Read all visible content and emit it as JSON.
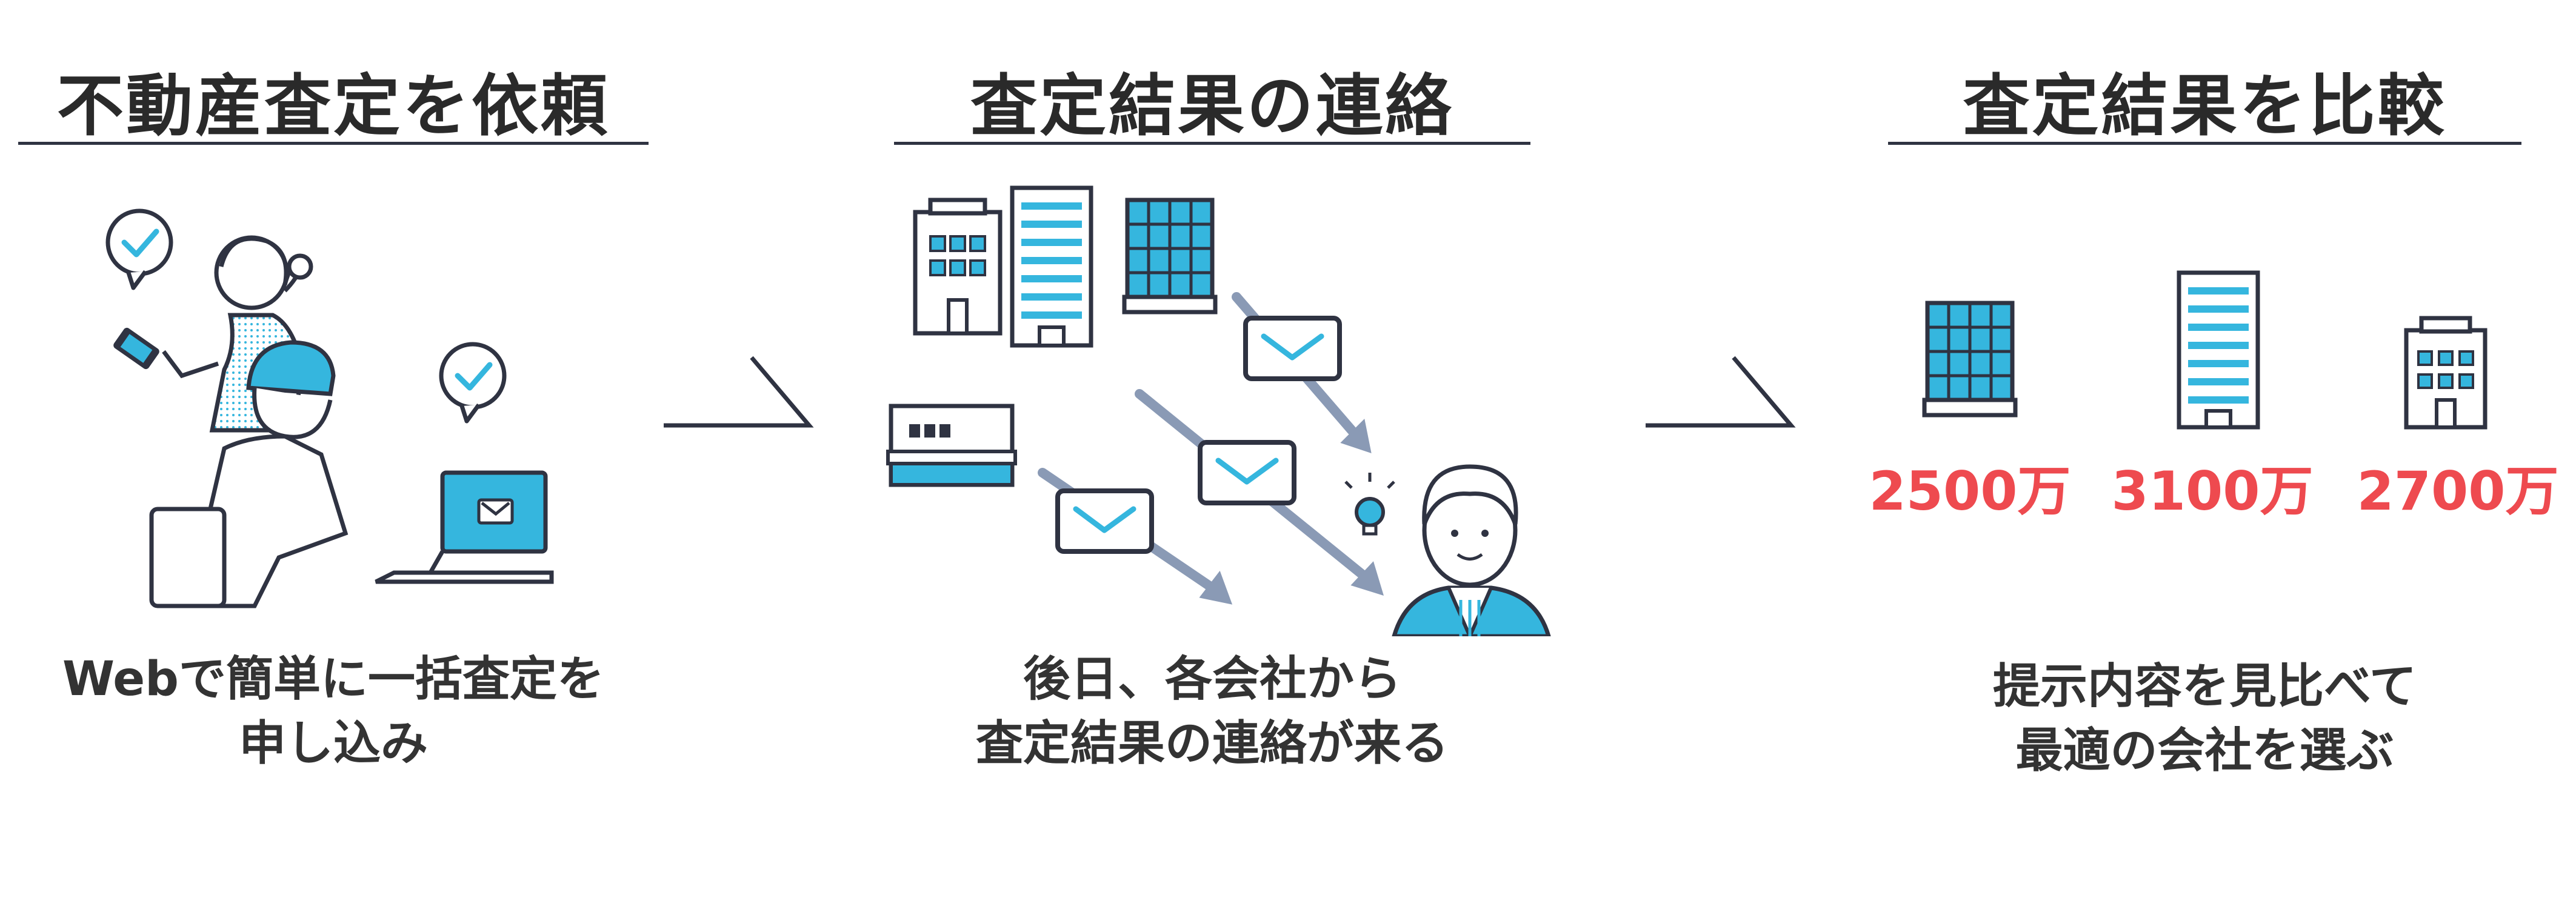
{
  "steps": [
    {
      "title": "不動産査定を依頼",
      "caption_line1": "Webで簡単に一括査定を",
      "caption_line2": "申し込み"
    },
    {
      "title": "査定結果の連絡",
      "caption_line1": "後日、各会社から",
      "caption_line2": "査定結果の連絡が来る"
    },
    {
      "title": "査定結果を比較",
      "caption_line1": "提示内容を見比べて",
      "caption_line2": "最適の会社を選ぶ",
      "prices": [
        "2500万",
        "3100万",
        "2700万"
      ]
    }
  ],
  "colors": {
    "accent_blue": "#35b6de",
    "line_dark": "#2f3342",
    "price_red": "#ee4a4f",
    "arrow_gray": "#8a9ab5"
  },
  "icons": [
    "check-bubble-icon",
    "smartphone-icon",
    "laptop-icon",
    "mail-icon",
    "building-icon",
    "lightbulb-icon"
  ]
}
